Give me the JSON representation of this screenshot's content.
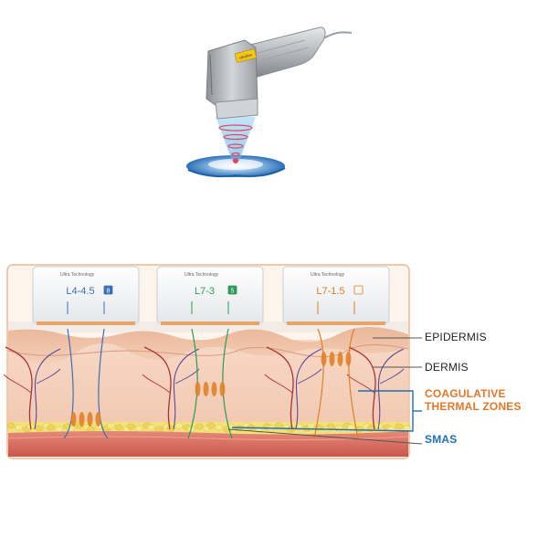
{
  "device": {
    "brand_badge": "ultrafirm",
    "icon": "hifu-handpiece-icon"
  },
  "cartridges": [
    {
      "brand": "Ultra Technology",
      "model": "L4-4.5",
      "badge": "8",
      "color": "#3a6fb5",
      "focus_depth_mm": 4.5
    },
    {
      "brand": "Ultra Technology",
      "model": "L7-3",
      "badge": "5",
      "color": "#2e9a56",
      "focus_depth_mm": 3.0
    },
    {
      "brand": "Ultra Technology",
      "model": "L7-1.5",
      "badge": "",
      "color": "#e07f22",
      "focus_depth_mm": 1.5
    }
  ],
  "layers": {
    "epidermis": "EPIDERMIS",
    "dermis": "DERMIS",
    "coag_line1": "COAGULATIVE",
    "coag_line2": "THERMAL ZONES",
    "smas": "SMAS"
  },
  "colors": {
    "epidermis": "#f2c7a8",
    "dermis": "#f6d3bf",
    "fat": "#f1e06a",
    "smas": "#d96f63",
    "coagulation": "#e0822a",
    "bracket": "#1d6fb8",
    "coag_text": "#e07828",
    "smas_text": "#1d6fb8",
    "vessel": "#a23a3a",
    "frame": "#f0b890"
  }
}
